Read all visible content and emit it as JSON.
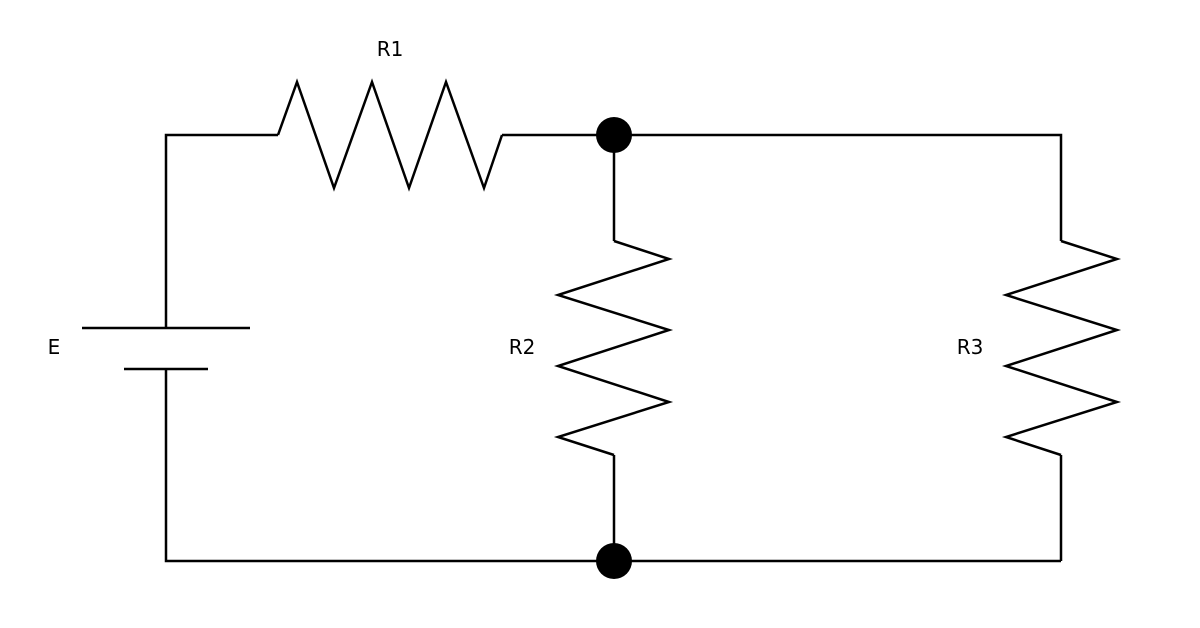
{
  "diagram": {
    "components": {
      "source": {
        "label": "E",
        "kind": "battery"
      },
      "r1": {
        "label": "R1",
        "kind": "resistor"
      },
      "r2": {
        "label": "R2",
        "kind": "resistor"
      },
      "r3": {
        "label": "R3",
        "kind": "resistor"
      }
    },
    "colors": {
      "stroke": "#000000",
      "background": "#ffffff"
    }
  }
}
